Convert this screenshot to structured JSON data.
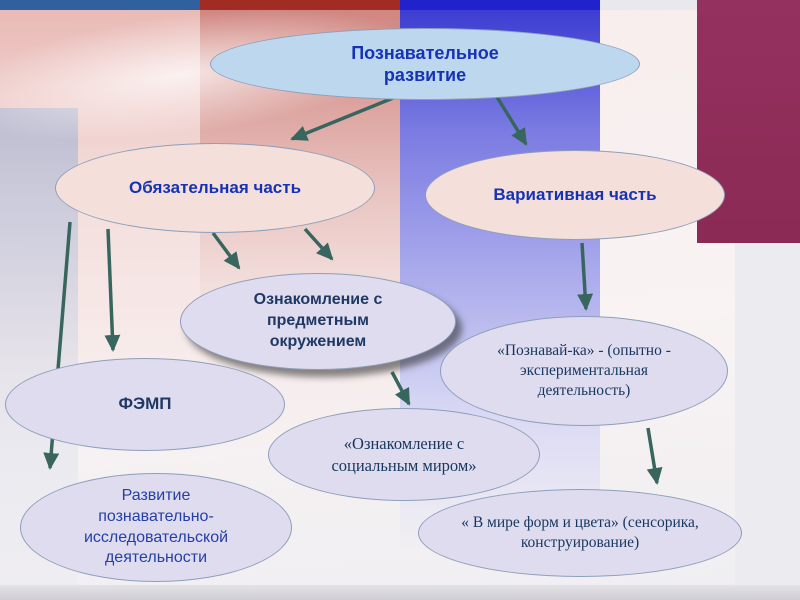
{
  "slide_topic": "Познавательное развитие",
  "colors": {
    "top_node_fill": "#bdd7ee",
    "part_node_fill": "#f5dfda",
    "sub_node_fill": "#dfdcef",
    "heading_text": "#1733b5",
    "body_text": "#1f3864",
    "arrow": "#38665e",
    "maroon_block": "#8e2f5c",
    "blue_band": "#3d3dd2"
  },
  "nodes": {
    "root": {
      "label": "Познавательное развитие"
    },
    "mandatory": {
      "label": "Обязательная часть"
    },
    "variative": {
      "label": "Вариативная часть"
    },
    "subject": {
      "label": "Ознакомление с предметным окружением"
    },
    "femp": {
      "label": "ФЭМП"
    },
    "poznavaika": {
      "label": "«Познавай-ка» - (опытно - экспериментальная деятельность)"
    },
    "social": {
      "label": "«Ознакомление с социальным миром»"
    },
    "research": {
      "label": "Развитие познавательно-исследовательской деятельности"
    },
    "forms": {
      "label": "« В мире форм и цвета» (сенсорика, конструирование)"
    }
  },
  "edges": [
    {
      "from": "root",
      "to": "mandatory"
    },
    {
      "from": "root",
      "to": "variative"
    },
    {
      "from": "mandatory",
      "to": "femp"
    },
    {
      "from": "mandatory",
      "to": "research"
    },
    {
      "from": "mandatory",
      "to": "subject"
    },
    {
      "from": "mandatory",
      "to": "subject"
    },
    {
      "from": "subject",
      "to": "social"
    },
    {
      "from": "variative",
      "to": "poznavaika"
    },
    {
      "from": "poznavaika",
      "to": "forms"
    }
  ]
}
